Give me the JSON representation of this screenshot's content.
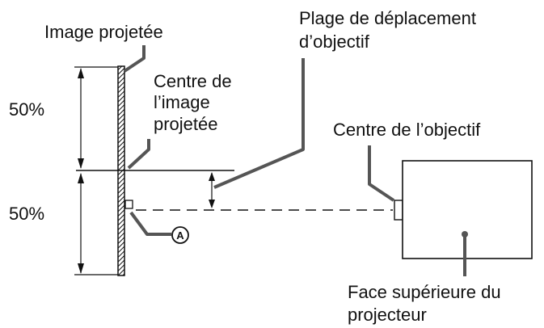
{
  "labels": {
    "projected_image": "Image projetée",
    "projected_image_center_line1": "Centre de",
    "projected_image_center_line2": "l’image",
    "projected_image_center_line3": "projetée",
    "lens_shift_range_line1": "Plage de déplacement",
    "lens_shift_range_line2": "d’objectif",
    "lens_center": "Centre de l’objectif",
    "top_face_line1": "Face supérieure du",
    "top_face_line2": "projecteur",
    "percent_top": "50%",
    "percent_bottom": "50%",
    "marker": "A"
  }
}
